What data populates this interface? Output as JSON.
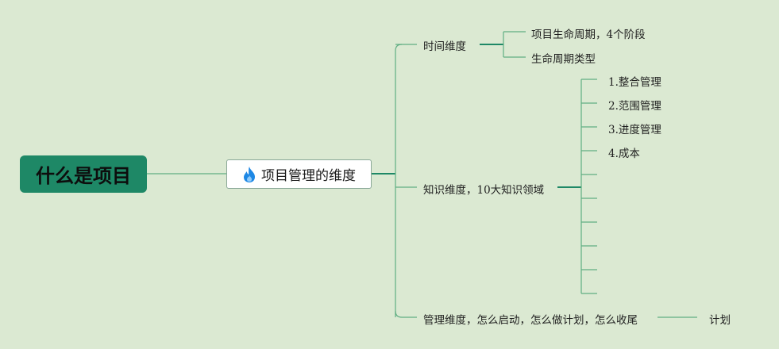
{
  "root": {
    "label": "什么是项目"
  },
  "center": {
    "label": "项目管理的维度",
    "icon": "flame-icon",
    "icon_color": "#1e88e5"
  },
  "branches": {
    "time": {
      "label": "时间维度",
      "children": [
        "项目生命周期，4个阶段",
        "生命周期类型"
      ]
    },
    "knowledge": {
      "label": "知识维度，10大知识领域",
      "children": [
        "1.整合管理",
        "2.范围管理",
        "3.进度管理",
        "4.成本",
        "",
        "",
        "",
        "",
        "",
        ""
      ]
    },
    "management": {
      "label": "管理维度，怎么启动，怎么做计划，怎么收尾",
      "children": [
        "计划"
      ]
    }
  },
  "colors": {
    "background": "#dbe9d2",
    "root_fill": "#1e8866",
    "line": "#5fae82",
    "line_dark": "#1e8866"
  }
}
